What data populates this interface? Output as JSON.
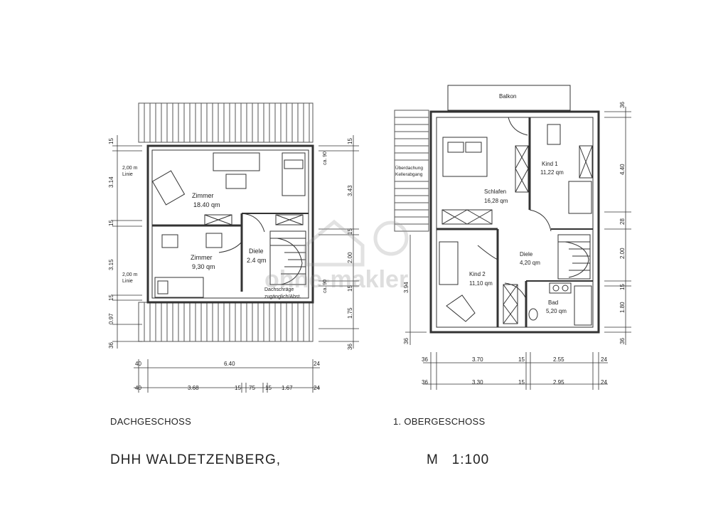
{
  "dachgeschoss": {
    "caption": "DACHGESCHOSS",
    "rooms": [
      {
        "name": "Zimmer",
        "area": "18.40 qm"
      },
      {
        "name": "Zimmer",
        "area": "9,30 qm"
      },
      {
        "name": "Diele",
        "area": "2.4 qm"
      }
    ],
    "notes": {
      "linie_top_1": "2,00 m",
      "linie_top_2": "Linie",
      "linie_bottom_1": "2,00 m",
      "linie_bottom_2": "Linie",
      "dachschraege_1": "Dachschräge",
      "dachschraege_2": "zugänglich/Abst.",
      "ca90_top": "ca. 90",
      "ca90_bottom": "ca. 90"
    },
    "dims_left": [
      "15",
      "3.14",
      "15",
      "3.15",
      "15",
      "0.97",
      "36"
    ],
    "dims_right": [
      "15",
      "3.43",
      "15",
      "2.00",
      "15",
      "1.75",
      "36"
    ],
    "dims_bottom_1": [
      "40",
      "6.40",
      "24"
    ],
    "dims_bottom_2": [
      "40",
      "3.68",
      "15",
      "75",
      "15",
      "1.67",
      "24"
    ]
  },
  "obergeschoss": {
    "caption": "1. OBERGESCHOSS",
    "balkon": "Balkon",
    "rooms": [
      {
        "name": "Kind 1",
        "area": "11,22 qm"
      },
      {
        "name": "Schlafen",
        "area": "16,28 qm"
      },
      {
        "name": "Diele",
        "area": "4,20 qm"
      },
      {
        "name": "Kind 2",
        "area": "11,10 qm"
      },
      {
        "name": "Bad",
        "area": "5,20 qm"
      }
    ],
    "notes": {
      "ueberdachung_1": "Überdachung",
      "ueberdachung_2": "Kellerabgang"
    },
    "dims_left": [
      "3.94",
      "36"
    ],
    "dims_right": [
      "36",
      "4.40",
      "28",
      "2.00",
      "15",
      "1.80",
      "36"
    ],
    "dims_bottom_1": [
      "36",
      "3.70",
      "15",
      "2.55",
      "24"
    ],
    "dims_bottom_2": [
      "36",
      "3.30",
      "15",
      "2.95",
      "24"
    ]
  },
  "title": "DHH WALDETZENBERG,",
  "scale": "M   1:100",
  "watermark": "ohne-makler"
}
